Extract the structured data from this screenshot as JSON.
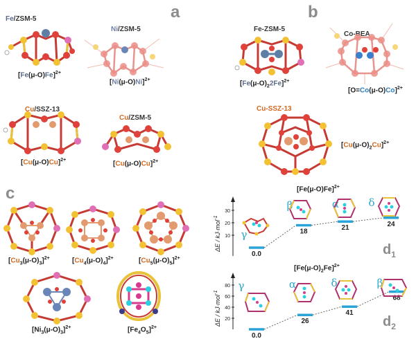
{
  "panels": {
    "a": {
      "letter": "a",
      "structures": [
        {
          "title_metal": "Fe",
          "title_rest": "/ZSM-5",
          "f_open": "[",
          "f_m1": "Fe",
          "f_mid": "(μ-O)",
          "f_m2": "Fe",
          "f_close": "]",
          "charge": "2+"
        },
        {
          "title_metal": "Ni",
          "title_rest": "/ZSM-5",
          "f_open": "[",
          "f_m1": "Ni",
          "f_mid": "(μ-O)",
          "f_m2": "Ni",
          "f_close": "]",
          "charge": "2+"
        },
        {
          "title_metal": "Cu",
          "title_rest": "/SSZ-13",
          "f_open": "[",
          "f_m1": "Cu",
          "f_mid": "(μ-O)",
          "f_m2": "Cu",
          "f_close": "]",
          "charge": "2+"
        },
        {
          "title_metal": "Cu",
          "title_rest": "/ZSM-5",
          "f_open": "[",
          "f_m1": "Cu",
          "f_mid": "(μ-O)",
          "f_m2": "Cu",
          "f_close": "]",
          "charge": "2+"
        }
      ]
    },
    "b": {
      "letter": "b",
      "structures": [
        {
          "title": "Fe-ZSM-5",
          "f_open": "[",
          "f_m1": "Fe",
          "f_mid": "(μ-O)",
          "f_sub": "2",
          "f_m2": "2Fe",
          "f_close": "]",
          "charge": "2+"
        },
        {
          "title": "Co-BEA",
          "f_open": "[O=",
          "f_m1": "Co",
          "f_mid": "(μ-O)",
          "f_m2": "Co",
          "f_close": "]",
          "charge": "2+"
        },
        {
          "title": "Cu-SSZ-13",
          "f_open": "[",
          "f_m1": "Cu",
          "f_mid": "(μ-O)",
          "f_sub": "2",
          "f_m2": "Cu",
          "f_close": "]",
          "charge": "2+"
        }
      ]
    },
    "c": {
      "letter": "c",
      "structures": [
        {
          "open": "[",
          "metal": "Cu",
          "n": "3",
          "mid": "(μ-O)",
          "m": "3",
          "close": "]",
          "charge": "2+"
        },
        {
          "open": "[",
          "metal": "Cu",
          "n": "4",
          "mid": "(μ-O)",
          "m": "4",
          "close": "]",
          "charge": "2+"
        },
        {
          "open": "[",
          "metal": "Cu",
          "n": "5",
          "mid": "(μ-O)",
          "m": "5",
          "close": "]",
          "charge": "2+"
        },
        {
          "open": "[",
          "metal": "Ni",
          "n": "3",
          "mid": "(μ-O)",
          "m": "3",
          "close": "]",
          "charge": "2+"
        },
        {
          "open": "[",
          "metal": "Fe",
          "n": "4",
          "mid": "O",
          "m": "5",
          "close": "]",
          "charge": "2+"
        }
      ]
    },
    "d": {
      "ylabel": "ΔE / kJ·mol",
      "ylabel_sup": "-1",
      "d1": {
        "label": "d",
        "label_sub": "1",
        "formula": {
          "open": "[Fe(μ-O)Fe]",
          "charge": "2+"
        },
        "yticks": [
          "10",
          "20",
          "30"
        ],
        "levels": [
          {
            "name": "γ",
            "value": 0.0,
            "value_text": "0.0"
          },
          {
            "name": "β",
            "value": 18,
            "value_text": "18"
          },
          {
            "name": "α",
            "value": 21,
            "value_text": "21"
          },
          {
            "name": "δ",
            "value": 24,
            "value_text": "24"
          }
        ]
      },
      "d2": {
        "label": "d",
        "label_sub": "2",
        "formula": {
          "open": "[Fe(μ-O)",
          "sub": "2",
          "close": "Fe]",
          "charge": "2+"
        },
        "yticks": [
          "20",
          "40",
          "60",
          "80"
        ],
        "levels": [
          {
            "name": "γ",
            "value": 0.0,
            "value_text": "0.0"
          },
          {
            "name": "α",
            "value": 26,
            "value_text": "26"
          },
          {
            "name": "δ",
            "value": 41,
            "value_text": "41"
          },
          {
            "name": "β",
            "value": 68,
            "value_text": "68"
          }
        ]
      }
    }
  },
  "colors": {
    "oxygen": "#e0413a",
    "silicon": "#f2c232",
    "aluminum": "#e06fb5",
    "hydrogen": "#ffffff",
    "fe": "#5d7fa6",
    "ni": "#6a86b8",
    "cu": "#e39a6e",
    "co": "#3b7fcf",
    "level": "#2aa3d8",
    "framework": "#b0306e"
  }
}
